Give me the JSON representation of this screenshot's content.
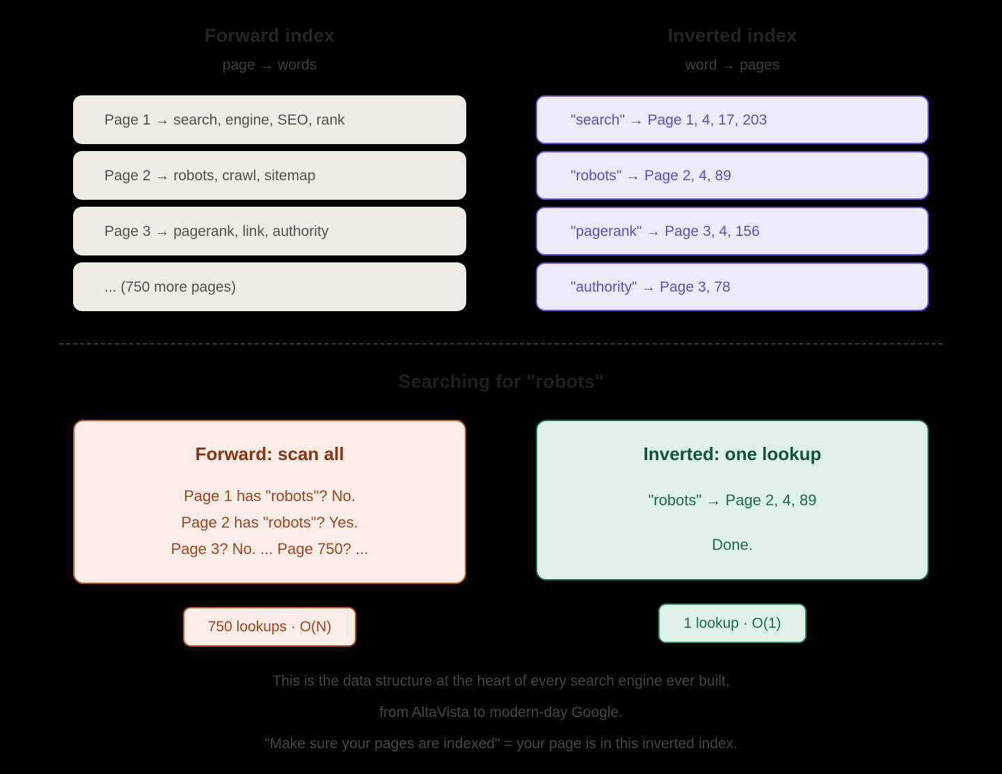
{
  "diagram": {
    "background_color": "#000000",
    "columns": [
      {
        "title": "Forward index",
        "subtitle": "page → words",
        "style": "forward",
        "fill_color": "#efece6",
        "text_color": "#4f4f4c",
        "entries": [
          "Page 1 → search, engine, SEO, rank",
          "Page 2 → robots, crawl, sitemap",
          "Page 3 → pagerank, link, authority",
          "... (750 more pages)"
        ]
      },
      {
        "title": "Inverted index",
        "subtitle": "word → pages",
        "style": "inverted",
        "fill_color": "#eceafb",
        "border_color": "#6257d6",
        "text_color": "#5b4fc4",
        "entries": [
          "\"search\" → Page 1, 4, 17, 203",
          "\"robots\" → Page 2, 4, 89",
          "\"pagerank\" → Page 3, 4, 156",
          "\"authority\" → Page 3, 78"
        ]
      }
    ],
    "search_heading": "Searching for \"robots\"",
    "comparison": [
      {
        "title": "Forward: scan all",
        "accent_color": "#b8552c",
        "fill_color": "#fbeee8",
        "lines": [
          "Page 1 has \"robots\"? No.",
          "Page 2 has \"robots\"? Yes.",
          "Page 3? No. ... Page 750? ..."
        ],
        "badge": "750 lookups · O(N)"
      },
      {
        "title": "Inverted: one lookup",
        "accent_color": "#1c6b4d",
        "fill_color": "#dff0e8",
        "lines": [
          "\"robots\" → Page 2, 4, 89",
          "Done."
        ],
        "badge": "1 lookup · O(1)"
      }
    ],
    "footer": [
      "This is the data structure at the heart of every search engine ever built,",
      "from AltaVista to modern-day Google.",
      "\"Make sure your pages are indexed\" = your page is in this inverted index."
    ]
  }
}
